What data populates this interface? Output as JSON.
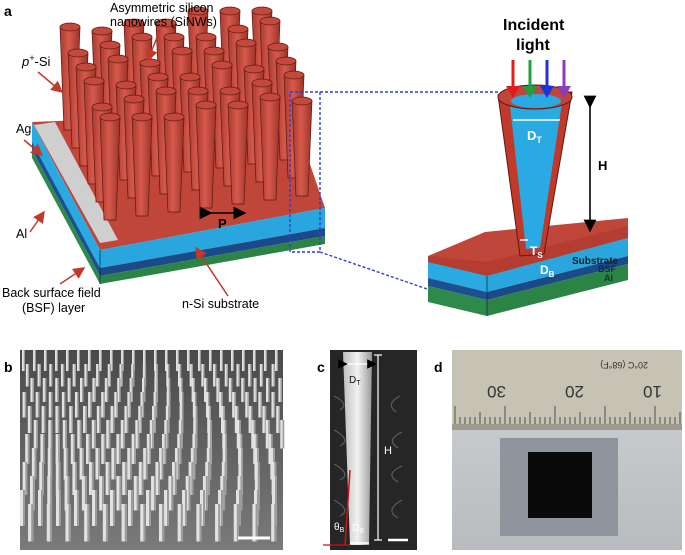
{
  "panels": {
    "a": {
      "letter": "a",
      "labels": {
        "nanowires_line1": "Asymmetric silicon",
        "nanowires_line2": "nanowires (SiNWs)",
        "p_si_prefix": "p",
        "p_si_sup": "+",
        "p_si_suffix": "-Si",
        "ag": "Ag",
        "al": "Al",
        "pitch": "P",
        "bsf_line1": "Back surface field",
        "bsf_line2": "(BSF) layer",
        "substrate": "n-Si substrate",
        "incident_line1": "Incident",
        "incident_line2": "light",
        "height": "H",
        "dt": "D",
        "dt_sub": "T",
        "ts": "T",
        "ts_sub": "S",
        "db": "D",
        "db_sub": "B",
        "zoom_substrate": "Substrate",
        "zoom_bsf": "BSF",
        "zoom_al": "Al"
      },
      "colors": {
        "nanowire": "#c0463a",
        "substrate": "#29aae2",
        "bsf": "#1e4f8f",
        "al": "#2e8a4a",
        "ag": "#c8c8c8",
        "zoom_box": "#2d3fd0",
        "arrow_red": "#e11b1b",
        "arrow_green": "#20a040",
        "arrow_blue": "#2033d8",
        "arrow_purple": "#8a3cc0"
      }
    },
    "b": {
      "letter": "b"
    },
    "c": {
      "letter": "c",
      "labels": {
        "dt": "D",
        "dt_sub": "T",
        "height": "H",
        "theta": "θ",
        "theta_sub": "B",
        "db": "D",
        "db_sub": "B"
      }
    },
    "d": {
      "letter": "d",
      "ruler_numbers": [
        "30",
        "20",
        "10"
      ],
      "ruler_text": "20°C (68°F)"
    }
  }
}
